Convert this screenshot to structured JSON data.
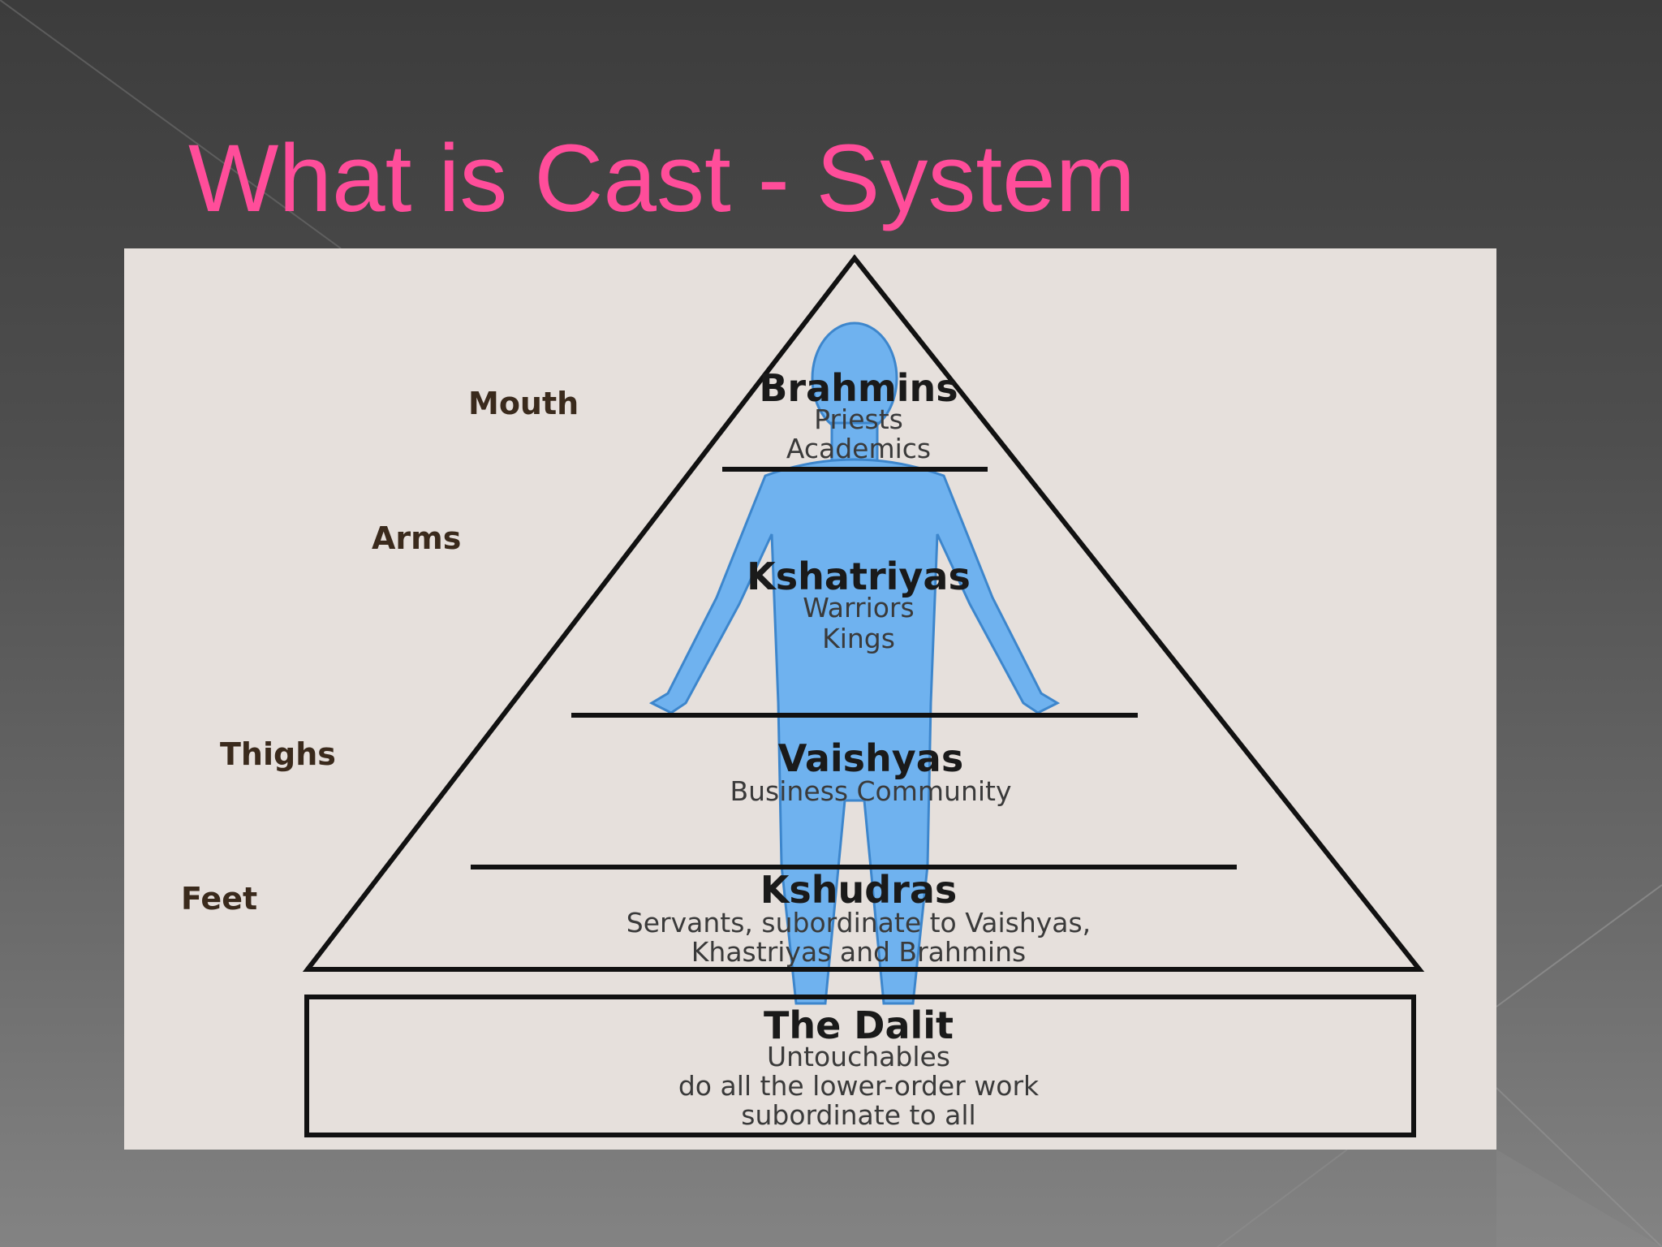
{
  "slide": {
    "title": "What is Cast - System"
  },
  "diagram": {
    "body_parts": {
      "mouth": "Mouth",
      "arms": "Arms",
      "thighs": "Thighs",
      "feet": "Feet"
    },
    "tiers": {
      "brahmins": {
        "name": "Brahmins",
        "line1": "Priests",
        "line2": "Academics"
      },
      "kshatriyas": {
        "name": "Kshatriyas",
        "line1": "Warriors",
        "line2": "Kings"
      },
      "vaishyas": {
        "name": "Vaishyas",
        "line1": "Business Community"
      },
      "kshudras": {
        "name": "Kshudras",
        "line1": "Servants, subordinate to Vaishyas,",
        "line2": "Khastriyas and Brahmins"
      }
    },
    "dalit": {
      "name": "The Dalit",
      "line1": "Untouchables",
      "line2": "do all the lower-order work",
      "line3": "subordinate to all"
    },
    "colors": {
      "figure": "#6fb2ef",
      "panel": "#e6e0dc",
      "title": "#ff4d9a"
    }
  }
}
